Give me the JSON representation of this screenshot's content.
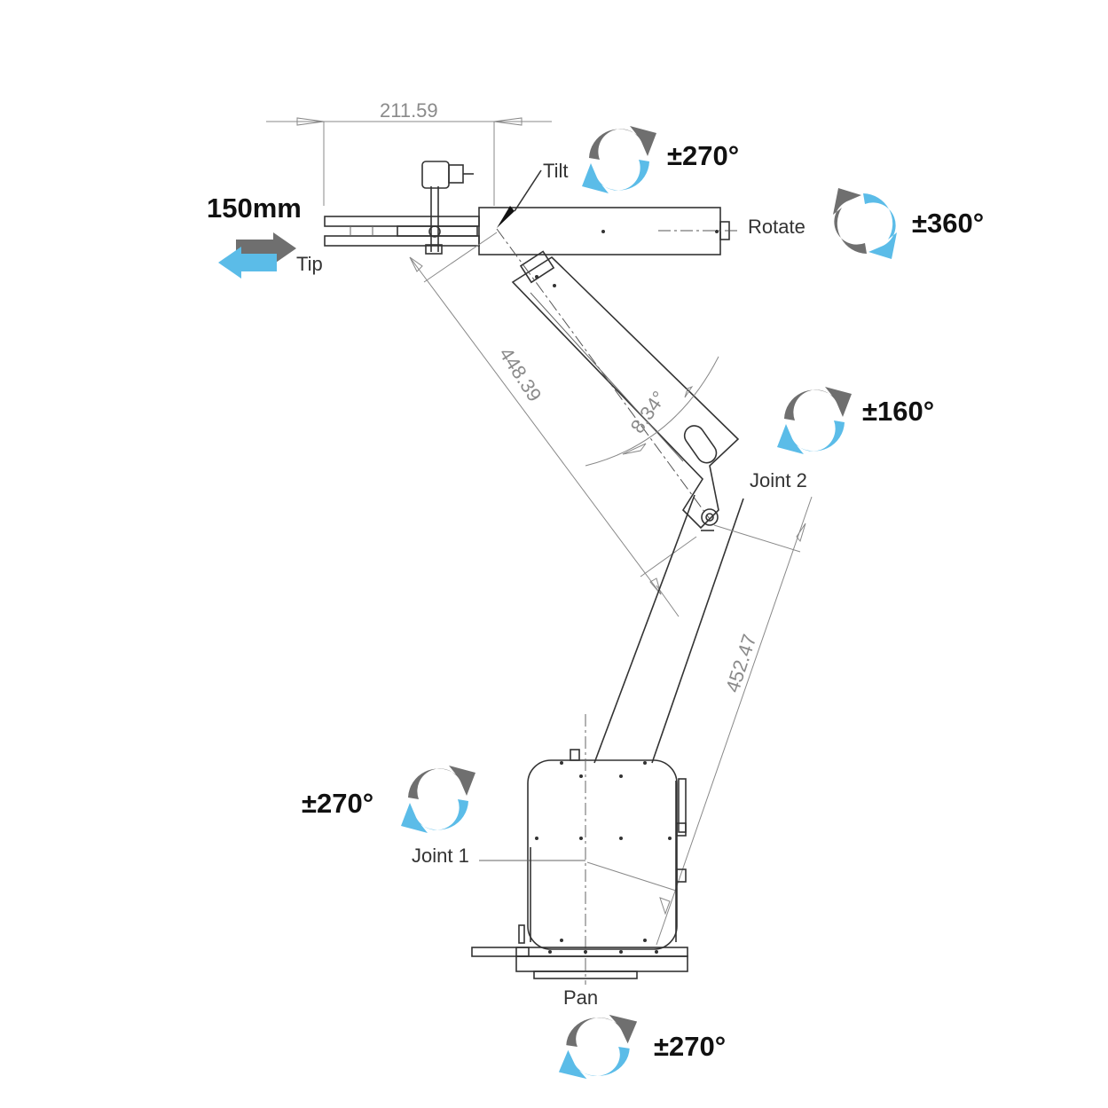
{
  "dimensions": {
    "top_width": "211.59",
    "upper_arm": "448.39",
    "lower_arm": "452.47",
    "angle": "8.34°"
  },
  "labels": {
    "tilt": "Tilt",
    "rotate": "Rotate",
    "tip": "Tip",
    "joint2": "Joint 2",
    "joint1": "Joint 1",
    "pan": "Pan"
  },
  "ranges": {
    "tilt": "±270°",
    "rotate": "±360°",
    "joint2": "±160°",
    "joint1": "±270°",
    "pan": "±270°",
    "tip": "150mm"
  },
  "icons": {
    "rotate_arrow": "circular-arrows-icon",
    "linear_arrow": "double-arrow-icon"
  },
  "colors": {
    "arrow_gray": "#6f6f6f",
    "arrow_blue": "#5bbce8",
    "line": "#333333",
    "dim": "#8a8a8a"
  }
}
